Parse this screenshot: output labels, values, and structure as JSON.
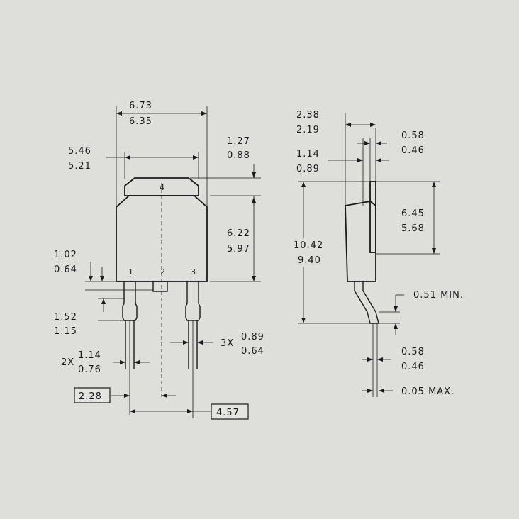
{
  "top_width": {
    "max": "6.73",
    "min": "6.35"
  },
  "tab_width": {
    "max": "5.46",
    "min": "5.21"
  },
  "tab_offset": {
    "max": "1.27",
    "min": "0.88"
  },
  "body_height": {
    "max": "6.22",
    "min": "5.97"
  },
  "base_offset": {
    "max": "1.02",
    "min": "0.64"
  },
  "lead_shoulder": {
    "max": "1.52",
    "min": "1.15"
  },
  "lead_width": {
    "qty": "2X",
    "max": "1.14",
    "min": "0.76"
  },
  "lead_thickness_3x": {
    "qty": "3X",
    "max": "0.89",
    "min": "0.64"
  },
  "pitch_box": "2.28",
  "span_box": "4.57",
  "pins": [
    "1",
    "2",
    "3",
    "4"
  ],
  "side_total_width": {
    "max": "2.38",
    "min": "2.19"
  },
  "side_tab_thickness": {
    "max": "0.58",
    "min": "0.46"
  },
  "side_body_depth": {
    "max": "1.14",
    "min": "0.89"
  },
  "side_overall_height": {
    "max": "10.42",
    "min": "9.40"
  },
  "side_tab_height": {
    "max": "6.45",
    "min": "5.68"
  },
  "side_foot_min": "0.51 MIN.",
  "side_lead_thickness": {
    "max": "0.58",
    "min": "0.46"
  },
  "side_standoff": "0.05 MAX."
}
